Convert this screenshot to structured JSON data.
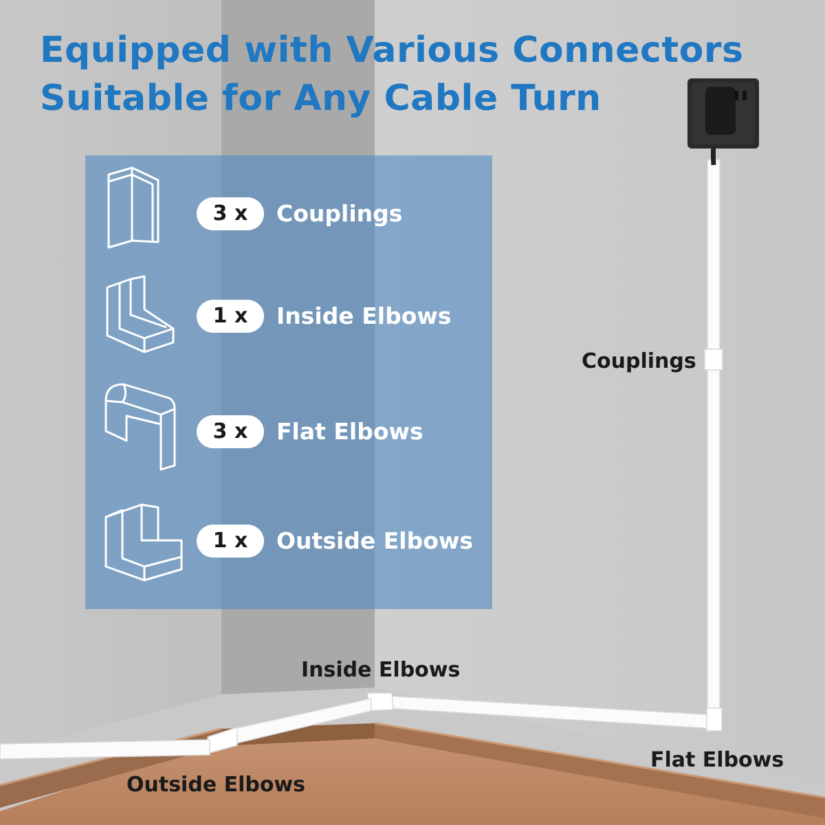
{
  "title": {
    "line1": "Equipped with Various Connectors",
    "line2": "Suitable for Any Cable Turn"
  },
  "accent_color": "#1f78c1",
  "panel_color": "#4e8ac4",
  "items": [
    {
      "icon": "coupling-icon",
      "qty": "3 x",
      "label": "Couplings"
    },
    {
      "icon": "inside-elbow-icon",
      "qty": "1 x",
      "label": "Inside Elbows"
    },
    {
      "icon": "flat-elbow-icon",
      "qty": "3 x",
      "label": "Flat Elbows"
    },
    {
      "icon": "outside-elbow-icon",
      "qty": "1 x",
      "label": "Outside Elbows"
    }
  ],
  "callouts": {
    "couplings": "Couplings",
    "inside_elbows": "Inside Elbows",
    "flat_elbows": "Flat Elbows",
    "outside_elbows": "Outside Elbows"
  }
}
